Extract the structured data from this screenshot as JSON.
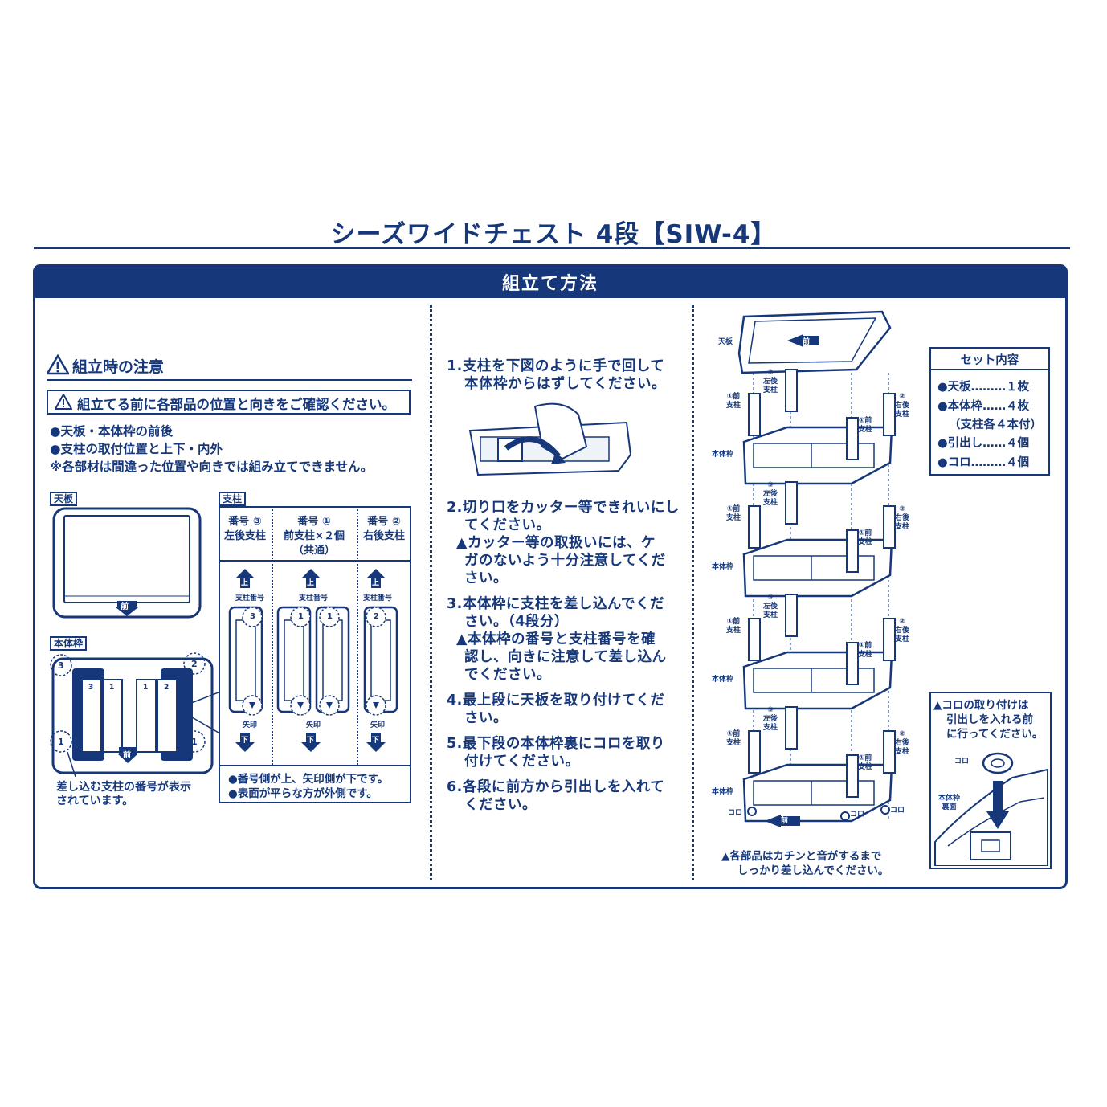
{
  "title": "シーズワイドチェスト 4段【SIW-4】",
  "section_header": "組立て方法",
  "caution": {
    "heading": "組立時の注意",
    "box_text": "組立てる前に各部品の位置と向きをご確認ください。",
    "items": [
      "●天板・本体枠の前後",
      "●支柱の取付位置と上下・内外",
      "※各部材は間違った位置や向きでは組み立てできません。"
    ]
  },
  "top_panel": {
    "label": "天板",
    "front_mark": "前"
  },
  "frame": {
    "label": "本体枠",
    "corner_numbers": [
      "3",
      "2",
      "1",
      "1"
    ],
    "slot_numbers": [
      "3",
      "1",
      "1",
      "2"
    ],
    "front_mark": "前",
    "caption_line1": "差し込む支柱の番号が表示",
    "caption_line2": "されています。"
  },
  "posts": {
    "label": "支柱",
    "columns": [
      {
        "number": "番号 ③",
        "name": "左後支柱",
        "extra": "",
        "post_label": "支柱番号",
        "tags": [
          "3"
        ]
      },
      {
        "number": "番号 ①",
        "name": "前支柱×２個",
        "extra": "（共通）",
        "post_label": "支柱番号",
        "tags": [
          "1",
          "1"
        ]
      },
      {
        "number": "番号 ②",
        "name": "右後支柱",
        "extra": "",
        "post_label": "支柱番号",
        "tags": [
          "2"
        ]
      }
    ],
    "up_mark": "上",
    "down_mark": "下",
    "arrow_label": "矢印",
    "notes": [
      "●番号側が上、矢印側が下です。",
      "●表面が平らな方が外側です。"
    ]
  },
  "steps": [
    "1.支柱を下図のように手で回して",
    "本体枠からはずしてください。",
    "2.切り口をカッター等できれいにし",
    "てください。",
    "▲カッター等の取扱いには、ケ",
    "ガのないよう十分注意してくだ",
    "さい。",
    "3.本体枠に支柱を差し込んでくだ",
    "さい。（4段分）",
    "▲本体枠の番号と支柱番号を確",
    "認し、向きに注意して差し込ん",
    "でください。",
    "4.最上段に天板を取り付けてくだ",
    "さい。",
    "5.最下段の本体枠裏にコロを取り",
    "付けてください。",
    "6.各段に前方から引出しを入れて",
    "ください。"
  ],
  "exploded": {
    "top_label": "天板",
    "frame_label": "本体枠",
    "post_front": [
      "①前",
      "支柱"
    ],
    "post_left_back": [
      "③",
      "左後",
      "支柱"
    ],
    "post_right_back": [
      "②",
      "右後",
      "支柱"
    ],
    "caster_label": "コロ",
    "front_mark": "前",
    "note_line1": "▲各部品はカチンと音がするまで",
    "note_line2": "しっかり差し込んでください。"
  },
  "set_contents": {
    "heading": "セット内容",
    "items": [
      "●天板………１枚",
      "●本体枠……４枚",
      "（支柱各４本付）",
      "●引出し……４個",
      "●コロ………４個"
    ]
  },
  "caster_note": {
    "lines": [
      "▲コロの取り付けは",
      "引出しを入れる前",
      "に行ってください。"
    ],
    "caster_label": "コロ",
    "frame_label": "本体枠",
    "back_label": "裏面"
  }
}
